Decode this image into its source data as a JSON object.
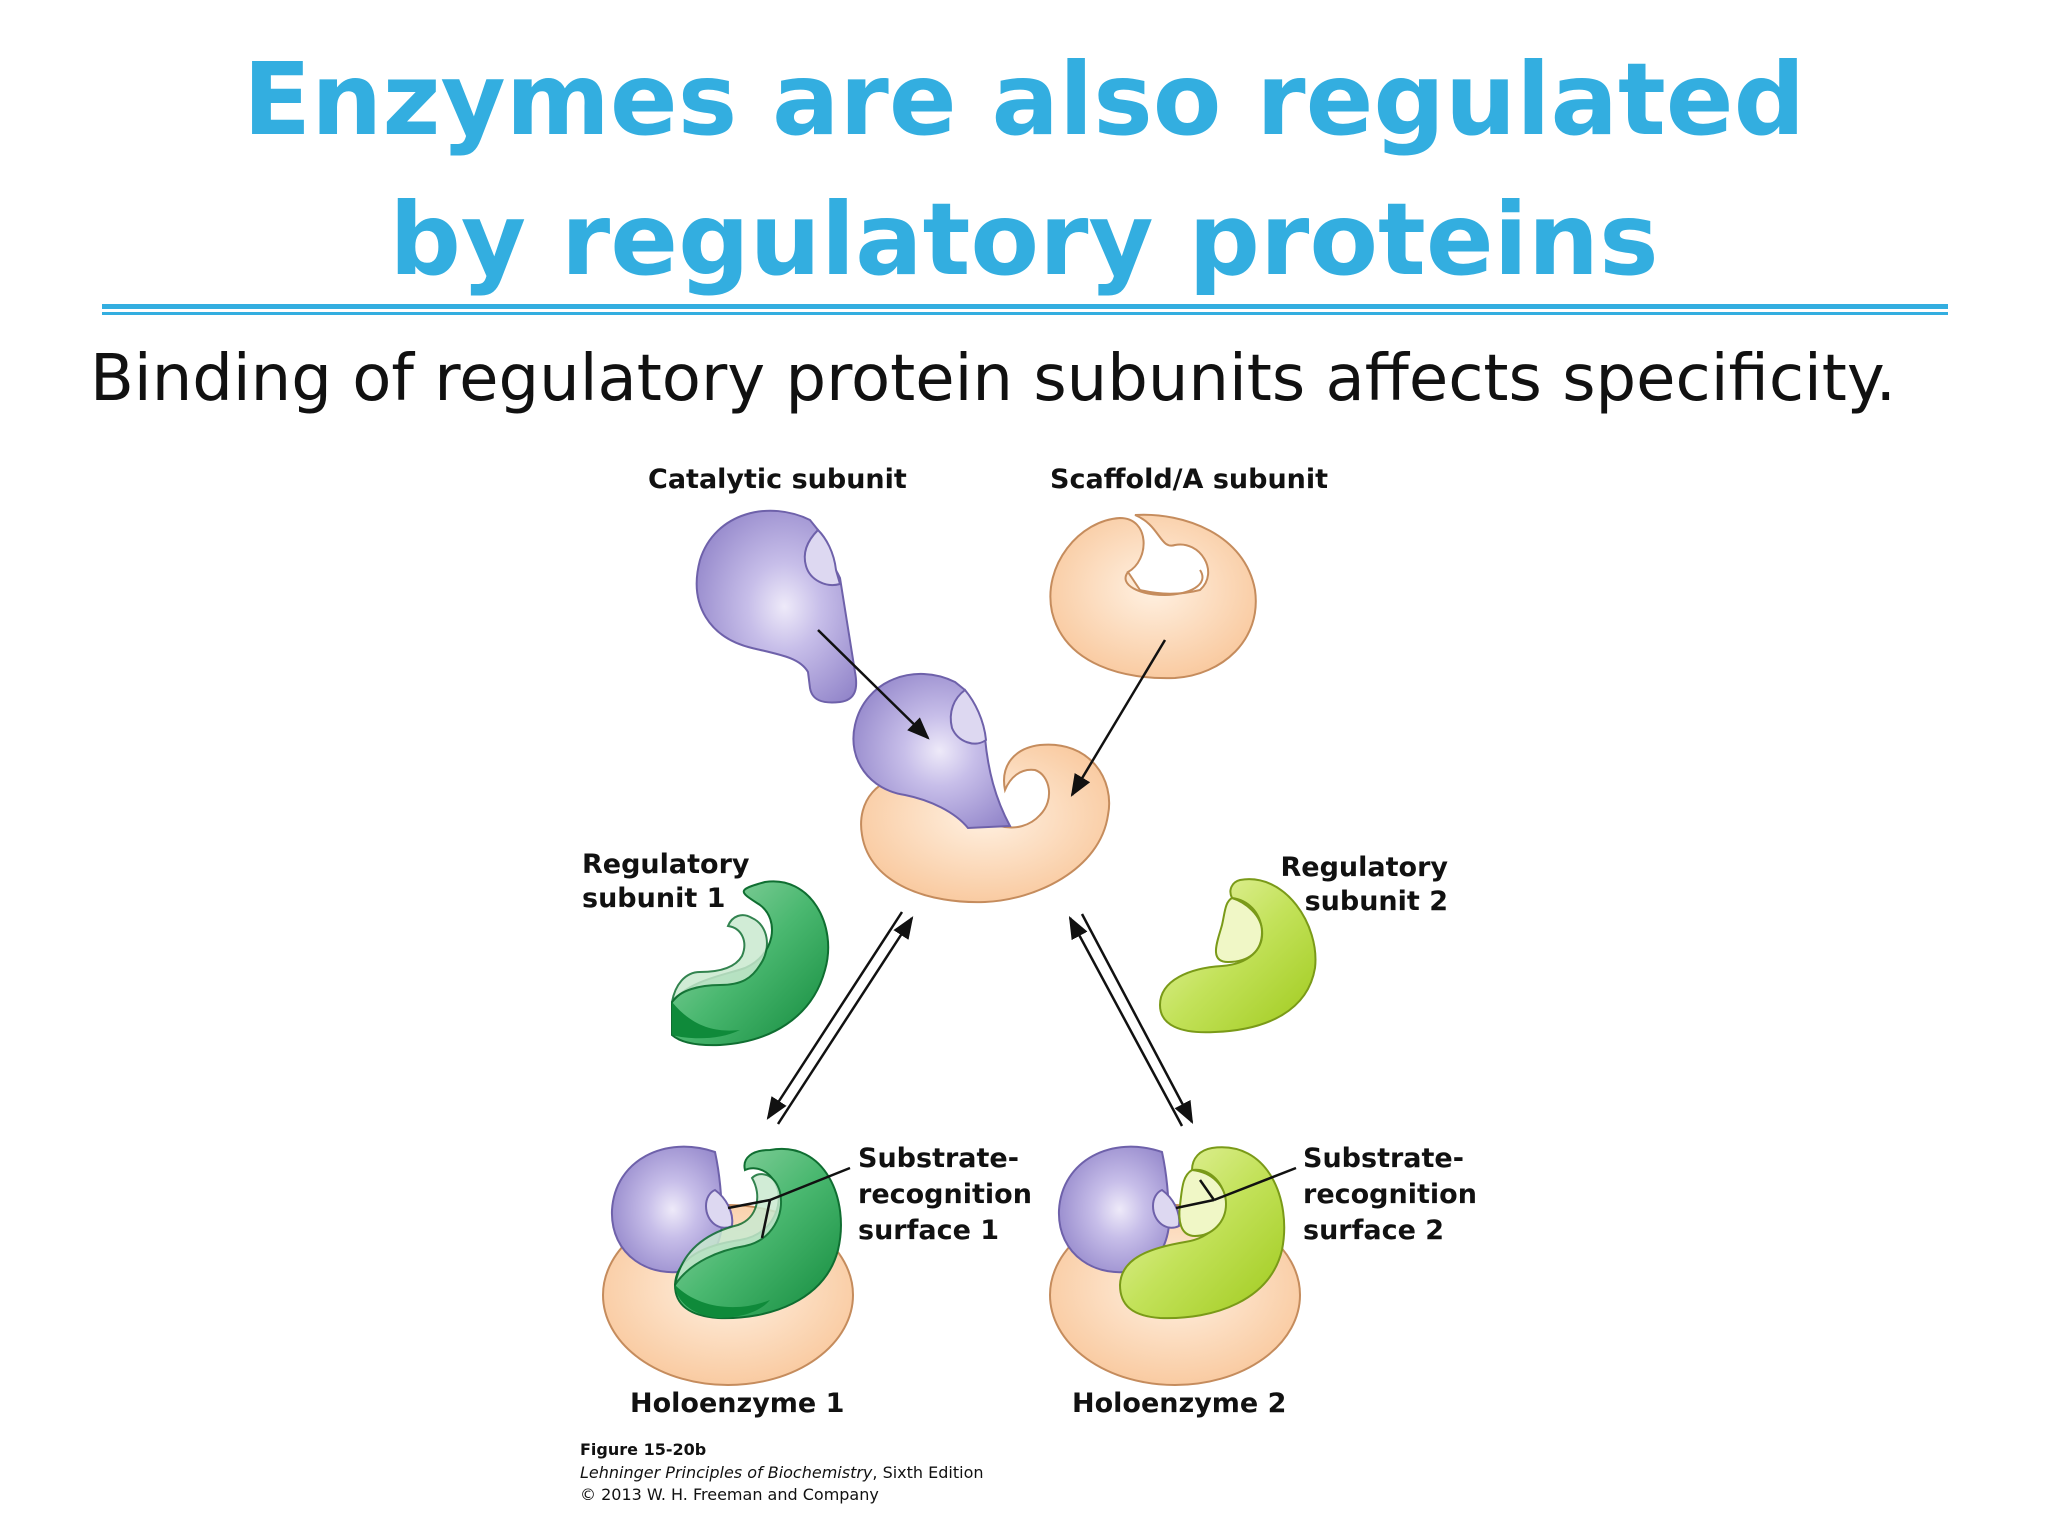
{
  "slide": {
    "title_line1": "Enzymes are also regulated",
    "title_line2": "by regulatory proteins",
    "subtitle": "Binding of regulatory protein subunits affects specificity."
  },
  "figure": {
    "labels": {
      "catalytic": "Catalytic subunit",
      "scaffold": "Scaffold/A subunit",
      "reg1_line1": "Regulatory",
      "reg1_line2": "subunit 1",
      "reg2_line1": "Regulatory",
      "reg2_line2": "subunit 2",
      "sub1_line1": "Substrate-",
      "sub1_line2": "recognition",
      "sub1_line3": "surface 1",
      "sub2_line1": "Substrate-",
      "sub2_line2": "recognition",
      "sub2_line3": "surface 2",
      "holo1": "Holoenzyme 1",
      "holo2": "Holoenzyme 2"
    },
    "caption": {
      "figure_number": "Figure 15-20b",
      "book_title": "Lehninger Principles of Biochemistry",
      "edition": ", Sixth Edition",
      "copyright": "© 2013 W. H. Freeman and Company"
    },
    "colors": {
      "title": "#33aee0",
      "catalytic": "#a79bd6",
      "scaffold": "#fbd3ae",
      "regulatory1": "#4ab870",
      "regulatory2": "#c3e25a"
    }
  }
}
